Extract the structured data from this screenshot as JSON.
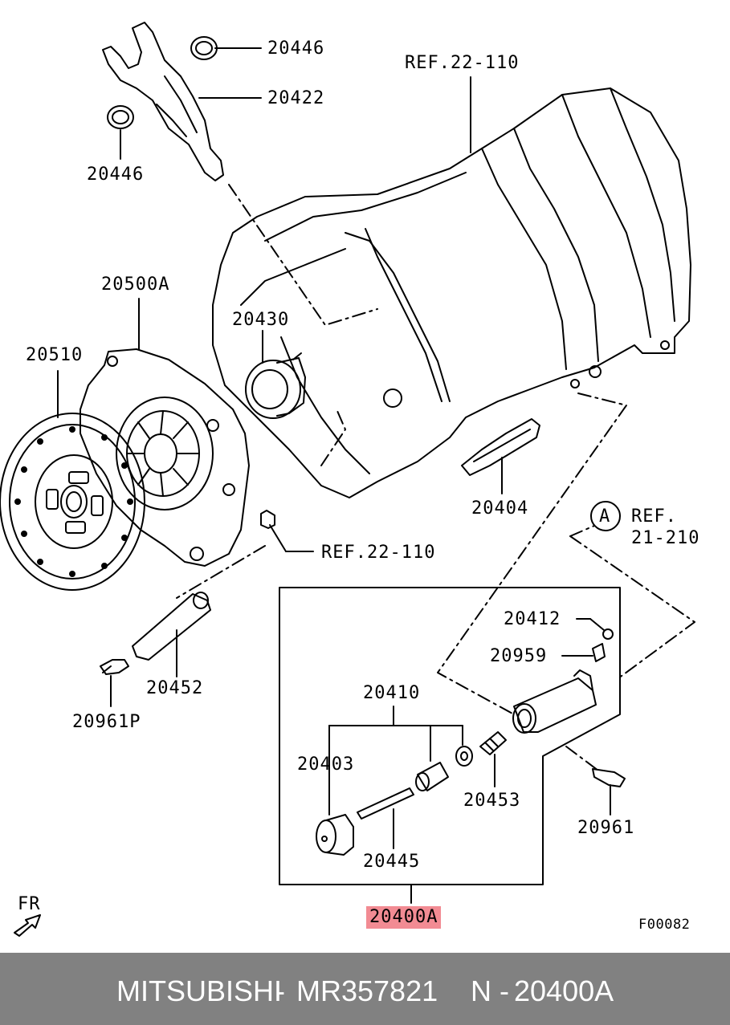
{
  "diagram": {
    "part_labels": {
      "p20446_top": "20446",
      "p20422": "20422",
      "p20446_left": "20446",
      "ref_top": "REF.22-110",
      "p20500A": "20500A",
      "p20430": "20430",
      "p20510": "20510",
      "p20404": "20404",
      "circle_a": "A",
      "ref_21_210_line1": "REF.",
      "ref_21_210_line2": "21-210",
      "ref_mid": "REF.22-110",
      "p20412": "20412",
      "p20959": "20959",
      "p20410": "20410",
      "p20403": "20403",
      "p20453": "20453",
      "p20452": "20452",
      "p20961P": "20961P",
      "p20961": "20961",
      "p20445": "20445",
      "p20400A": "20400A",
      "fr": "FR",
      "figure_code": "F00082"
    },
    "highlight_color": "#f28b93"
  },
  "footer": {
    "brand": "MITSUBISHI",
    "separator": "-",
    "part_number": "MR357821",
    "n_label": "N",
    "n_separator": "-",
    "n_value": "20400A",
    "background_color": "#818181"
  }
}
